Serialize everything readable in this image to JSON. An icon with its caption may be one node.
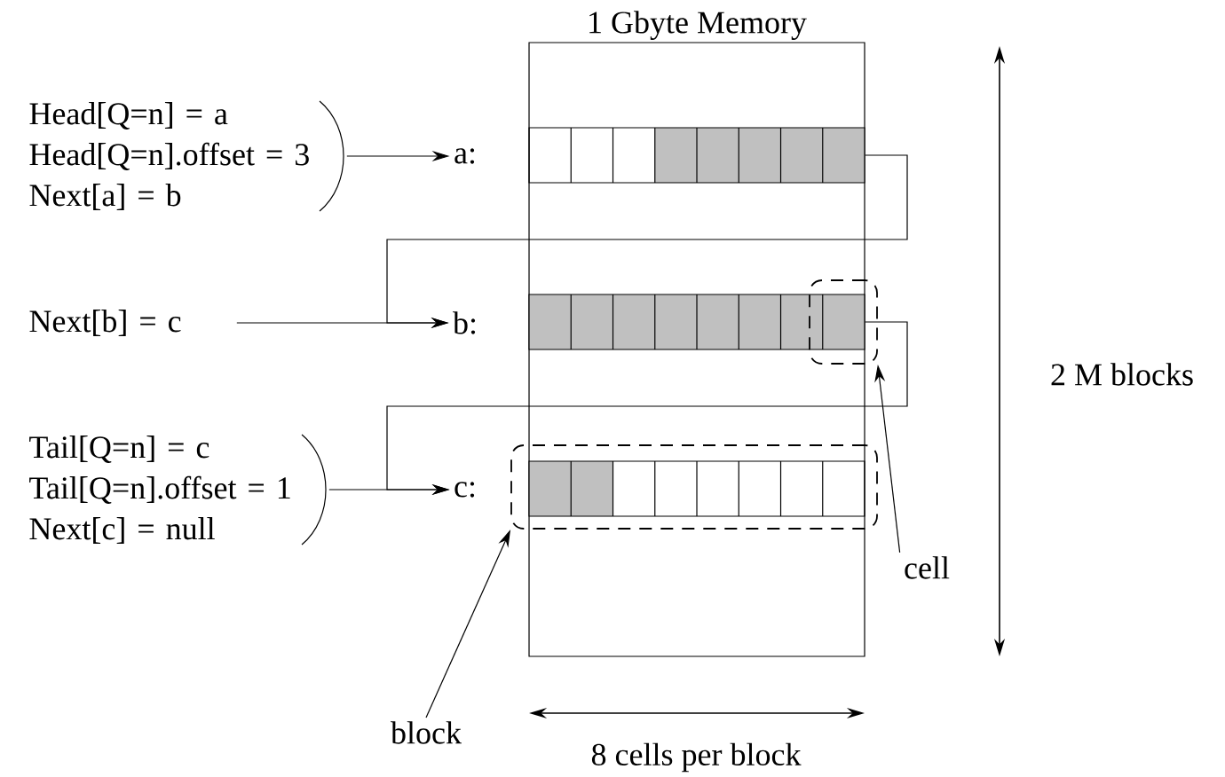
{
  "diagram": {
    "nodes": [
      {
        "text": [
          "1 Gbyte Memory"
        ]
      },
      {
        "text": [
          "Head[Q=n] = a",
          "Head[Q=n].offset = 3",
          "Next[a] = b"
        ]
      },
      {
        "text": [
          "a:"
        ]
      },
      {
        "text": [],
        "shape": "bar",
        "in": 0
      },
      {
        "text": [
          "Next[b] = c"
        ]
      },
      {
        "text": [
          "b:"
        ]
      },
      {
        "text": [],
        "shape": "bar",
        "in": 0
      },
      {
        "text": [],
        "shape": "box"
      },
      {
        "text": [
          "Tail[Q=n] = c",
          "Tail[Q=n].offset = 1",
          "Next[c] = null"
        ]
      },
      {
        "text": [
          "c:"
        ]
      },
      {
        "text": [],
        "shape": "bar",
        "in": 11
      },
      {
        "text": [],
        "shape": "box"
      },
      {
        "text": [
          "cell"
        ]
      },
      {
        "text": [
          "block"
        ]
      }
    ],
    "edges": [
      {
        "from": 1,
        "to": 2,
        "arrow": "to"
      },
      {
        "from": 4,
        "to": 5,
        "arrow": "to"
      },
      {
        "from": 8,
        "to": 9,
        "arrow": "to"
      },
      {
        "from": 3,
        "to": 5,
        "arrow": "to"
      },
      {
        "from": 6,
        "to": 9,
        "arrow": "to"
      },
      {
        "from": 12,
        "to": 7,
        "arrow": "to"
      },
      {
        "from": 13,
        "to": 11,
        "arrow": "to"
      }
    ],
    "labels": [
      "2 M blocks",
      "8 cells per block"
    ]
  }
}
